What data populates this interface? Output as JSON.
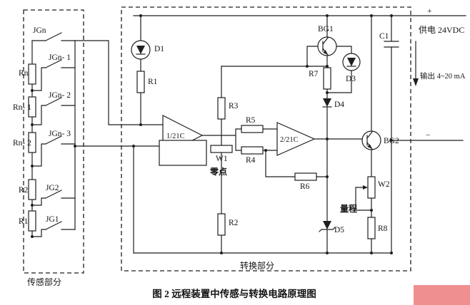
{
  "figure": {
    "caption": "图 2   远程装置中传感与转换电路原理图"
  },
  "sensing": {
    "section_label": "传感部分",
    "switch_labels": {
      "jgn": "JGn",
      "jgn1": "JGn- 1",
      "jgn2": "JGn- 2",
      "jgn3": "JGn- 3",
      "jg2": "JG2",
      "jg1": "JG1"
    },
    "resistor_labels": {
      "rn": "Rn",
      "rn1": "Rn- 1",
      "rn2": "Rn- 2",
      "r2": "R2",
      "r1": "R1"
    }
  },
  "conversion": {
    "section_label": "转换部分",
    "labels": {
      "d1": "D1",
      "r1": "R1",
      "opamp1": "1/21C",
      "r3": "R3",
      "r5": "R5",
      "r4": "R4",
      "w1": "W1",
      "zero": "零点",
      "opamp2": "2/21C",
      "r6": "R6",
      "r2": "R2",
      "bg1": "BG1",
      "r7": "R7",
      "d3": "D3",
      "d4": "D4",
      "c1": "C1",
      "bg2": "BG2",
      "d5": "D5",
      "w2": "W2",
      "range": "量程",
      "r8": "R8"
    }
  },
  "terminals": {
    "plus": "+",
    "minus": "−",
    "supply": "供电 24VDC",
    "output": "输出 4~20 mA"
  },
  "colors": {
    "ink": "#1f1f1f",
    "watermark": "#ef8f8f"
  }
}
